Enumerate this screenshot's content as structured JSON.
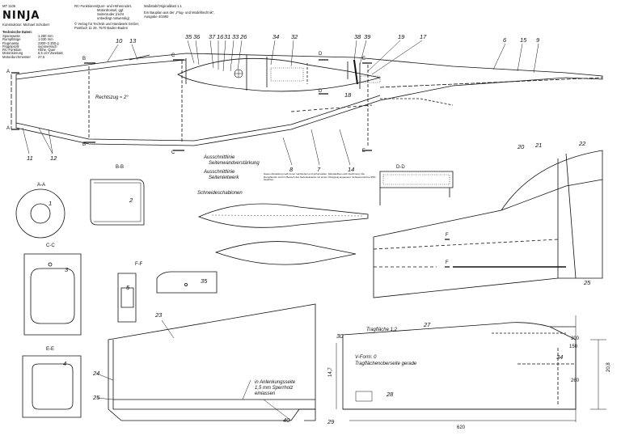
{
  "header": {
    "code": "MT 1105",
    "title": "NINJA",
    "constructor": "Konstruktion: Michael Schobert",
    "tech_heading": "Technische Daten:",
    "tech_data": [
      {
        "key": "Spannweite",
        "value": "1.280 mm"
      },
      {
        "key": "Rumpflänge",
        "value": "1.030 mm"
      },
      {
        "key": "Flugmasse",
        "value": "2300–2.350 g"
      },
      {
        "key": "Flügelprofil",
        "value": "symmetrisch"
      },
      {
        "key": "RC-Funktion",
        "value": "Höhe, Quer"
      },
      {
        "key": "Motorisierung",
        "value": "6,5 cm³ Zweitakt"
      },
      {
        "key": "Motordurchmesser",
        "value": "27,5"
      }
    ],
    "rc_label": "RC-Funktionen:",
    "rc_functions": "Quer- und Höhenruder,\nMotordrossel, ggf.\nSeitenruder (nicht\nunbedingt notwendig)",
    "publisher": "© Verlag für Technik und Handwerk GmbH,\nPostfach 11 28, 7570 Baden-Baden",
    "scale": "Maßstab/Originalblatt 1:1",
    "source": "Ein Bauplan aus der „Flug- und Modelltechnik\",\nAusgabe 4/1992"
  },
  "fuselage": {
    "section_marks": [
      "A",
      "A",
      "B",
      "B",
      "C",
      "C",
      "D",
      "D",
      "E",
      "E"
    ],
    "numbers": [
      "10",
      "13",
      "35",
      "36",
      "37",
      "16",
      "31",
      "33",
      "26",
      "34",
      "32",
      "38",
      "39",
      "19",
      "17",
      "6",
      "15",
      "9",
      "18",
      "11",
      "12",
      "8",
      "7",
      "14"
    ],
    "thrust_note": "Rechtszug ≈ 2°"
  },
  "cutouts": {
    "line1": "Ausschnittlinie",
    "line1b": "Seitenwandverstärkung",
    "line2": "Ausschnittlinie",
    "line2b": "Seitenleitwerk"
  },
  "templates_label": "Schneideschablonen",
  "sections": {
    "aa": "A-A",
    "bb": "B-B",
    "cc": "C-C",
    "dd": "D-D",
    "ee": "E-E",
    "ff": "F-F",
    "nums": [
      "1",
      "2",
      "3",
      "4",
      "5",
      "35"
    ]
  },
  "dd_note": "Nasen-Abstellung nach innen nachsehen und sicherstellen. Wandaufbau nach Zeichnung. Die Rumpfkontur wird im Bereich des Seitenleitwerks mit einem Übergang angepasst. Schwerpunkt bei 35% beachten.",
  "fin": {
    "numbers": [
      "20",
      "21",
      "22",
      "23",
      "24",
      "25",
      "F",
      "F",
      "40"
    ],
    "note1": "in Anlenkungsseite",
    "note2": "1,5 mm Sperrholz",
    "note3": "einlassen"
  },
  "wing": {
    "title": "Tragfläche 1:2",
    "vform": "V-Form: 0",
    "underside": "Tragflächenoberseite gerade",
    "numbers": [
      "30",
      "27",
      "29",
      "28",
      "34"
    ],
    "dims": [
      "200",
      "150",
      "260",
      "14,7",
      "20,8",
      "620"
    ]
  }
}
